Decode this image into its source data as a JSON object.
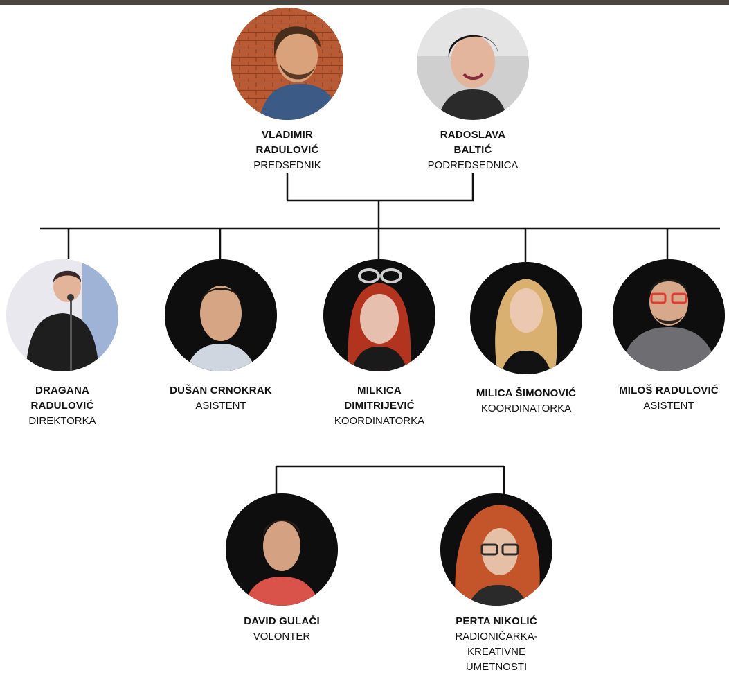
{
  "colors": {
    "connector": "#111111",
    "topbar": "#4a4540",
    "avatar_dark": "#111111"
  },
  "top_row": [
    {
      "name": "VLADIMIR RADULOVIĆ",
      "role": "PREDSEDNIK",
      "photo": "photo-man-beard-brick-wall"
    },
    {
      "name": "RADOSLAVA BALTIĆ",
      "role": "PODREDSEDNICA",
      "photo": "photo-woman-smiling-car"
    }
  ],
  "middle_row": [
    {
      "name": "DRAGANA RADULOVIĆ",
      "role": "DIREKTORKA",
      "photo": "photo-woman-microphone-stage"
    },
    {
      "name": "DUŠAN CRNOKRAK",
      "role": "ASISTENT",
      "photo": "photo-man-short-hair"
    },
    {
      "name": "MILKICA DIMITRIJEVIĆ",
      "role": "KOORDINATORKA",
      "photo": "photo-woman-red-hair-glasses-on-head"
    },
    {
      "name": "MILICA ŠIMONOVIĆ",
      "role": "KOORDINATORKA",
      "photo": "photo-woman-blonde-long-hair"
    },
    {
      "name": "MILOŠ RADULOVIĆ",
      "role": "ASISTENT",
      "photo": "photo-man-red-glasses"
    }
  ],
  "bottom_row": [
    {
      "name": "DAVID GULAČI",
      "role": "VOLONTER",
      "photo": "photo-young-man-red-shirt"
    },
    {
      "name": "PERTA NIKOLIĆ",
      "role": "RADIONIČARKA-KREATIVNE UMETNOSTI",
      "photo": "photo-woman-glasses-red-hair"
    }
  ]
}
